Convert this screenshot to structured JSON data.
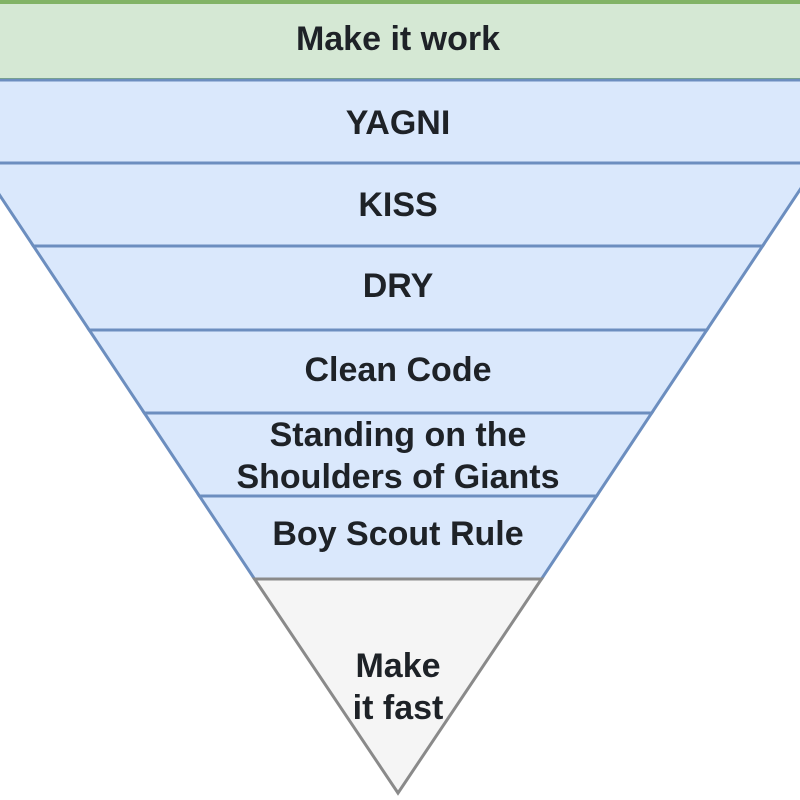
{
  "diagram": {
    "type": "inverted-pyramid",
    "background": "#ffffff",
    "text_color": "#1e2227",
    "levels": [
      {
        "id": "make-it-work",
        "label": "Make it work",
        "lines": [
          "Make it work"
        ],
        "fill": "#d5e8d4",
        "stroke": "#82b366"
      },
      {
        "id": "yagni",
        "label": "YAGNI",
        "lines": [
          "YAGNI"
        ],
        "fill": "#dae8fc",
        "stroke": "#6c8ebf"
      },
      {
        "id": "kiss",
        "label": "KISS",
        "lines": [
          "KISS"
        ],
        "fill": "#dae8fc",
        "stroke": "#6c8ebf"
      },
      {
        "id": "dry",
        "label": "DRY",
        "lines": [
          "DRY"
        ],
        "fill": "#dae8fc",
        "stroke": "#6c8ebf"
      },
      {
        "id": "clean-code",
        "label": "Clean Code",
        "lines": [
          "Clean Code"
        ],
        "fill": "#dae8fc",
        "stroke": "#6c8ebf"
      },
      {
        "id": "standing-on-the-shoulders-of-giants",
        "label": "Standing on the Shoulders of Giants",
        "lines": [
          "Standing on the",
          "Shoulders of Giants"
        ],
        "fill": "#dae8fc",
        "stroke": "#6c8ebf"
      },
      {
        "id": "boy-scout-rule",
        "label": "Boy Scout Rule",
        "lines": [
          "Boy Scout Rule"
        ],
        "fill": "#dae8fc",
        "stroke": "#6c8ebf"
      },
      {
        "id": "make-it-fast",
        "label": "Make it fast",
        "lines": [
          "Make",
          "it fast"
        ],
        "fill": "#f5f5f5",
        "stroke": "#8a8a8a"
      }
    ]
  }
}
